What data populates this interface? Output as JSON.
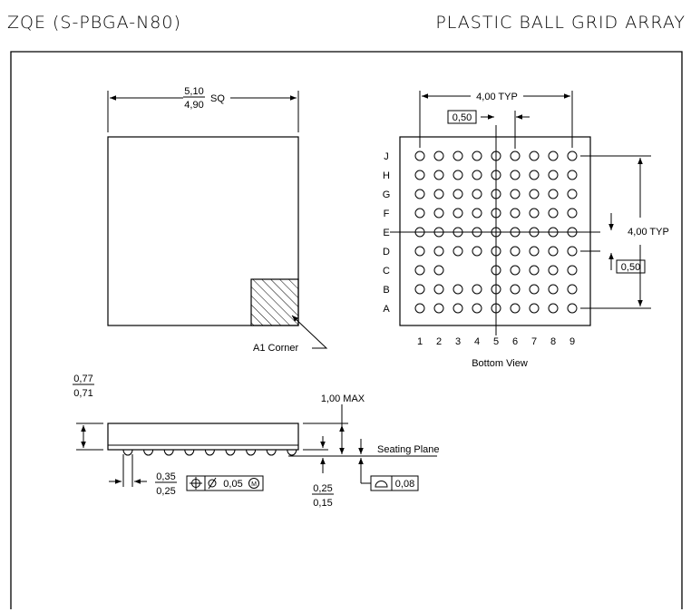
{
  "header": {
    "package_code": "ZQE (S-PBGA-N80)",
    "package_type": "PLASTIC BALL GRID ARRAY"
  },
  "top_view": {
    "dim_upper": "5,10",
    "dim_lower": "4,90",
    "dim_suffix": "SQ",
    "a1_label": "A1 Corner"
  },
  "bottom_view": {
    "pitch_typ": "4,00 TYP",
    "ball_pitch": "0,50",
    "rows": [
      "J",
      "H",
      "G",
      "F",
      "E",
      "D",
      "C",
      "B",
      "A"
    ],
    "columns": [
      "1",
      "2",
      "3",
      "4",
      "5",
      "6",
      "7",
      "8",
      "9"
    ],
    "depopulated": [
      "C3",
      "C4"
    ],
    "caption": "Bottom View"
  },
  "side_view": {
    "height_upper": "0,77",
    "height_lower": "0,71",
    "max_height": "1,00 MAX",
    "seating_plane": "Seating Plane",
    "ball_dia_upper": "0,35",
    "ball_dia_lower": "0,25",
    "position_tol": "0,05",
    "standoff_upper": "0,25",
    "standoff_lower": "0,15",
    "coplanarity": "0,08"
  }
}
